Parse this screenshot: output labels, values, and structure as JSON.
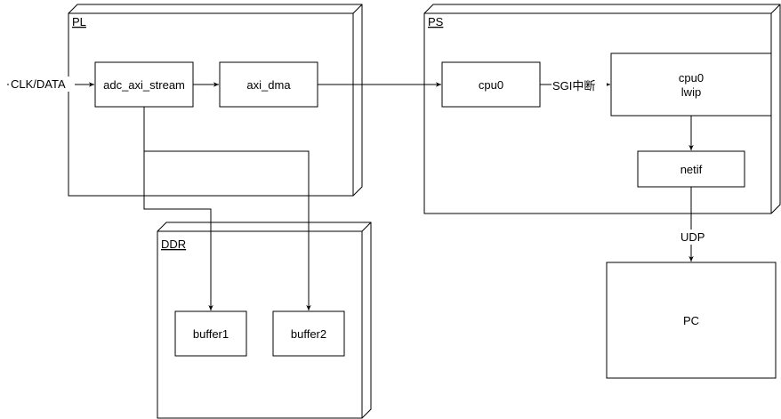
{
  "nodes": {
    "pl": "PL",
    "ps": "PS",
    "ddr": "DDR"
  },
  "blocks": {
    "adc_axi_stream": "adc_axi_stream",
    "axi_dma": "axi_dma",
    "cpu0": "cpu0",
    "cpu0_lwip_line1": "cpu0",
    "cpu0_lwip_line2": "lwip",
    "netif": "netif",
    "buffer1": "buffer1",
    "buffer2": "buffer2",
    "pc": "PC"
  },
  "edge_labels": {
    "input": "CLK/DATA",
    "sgi": "SGI中断",
    "udp": "UDP"
  }
}
